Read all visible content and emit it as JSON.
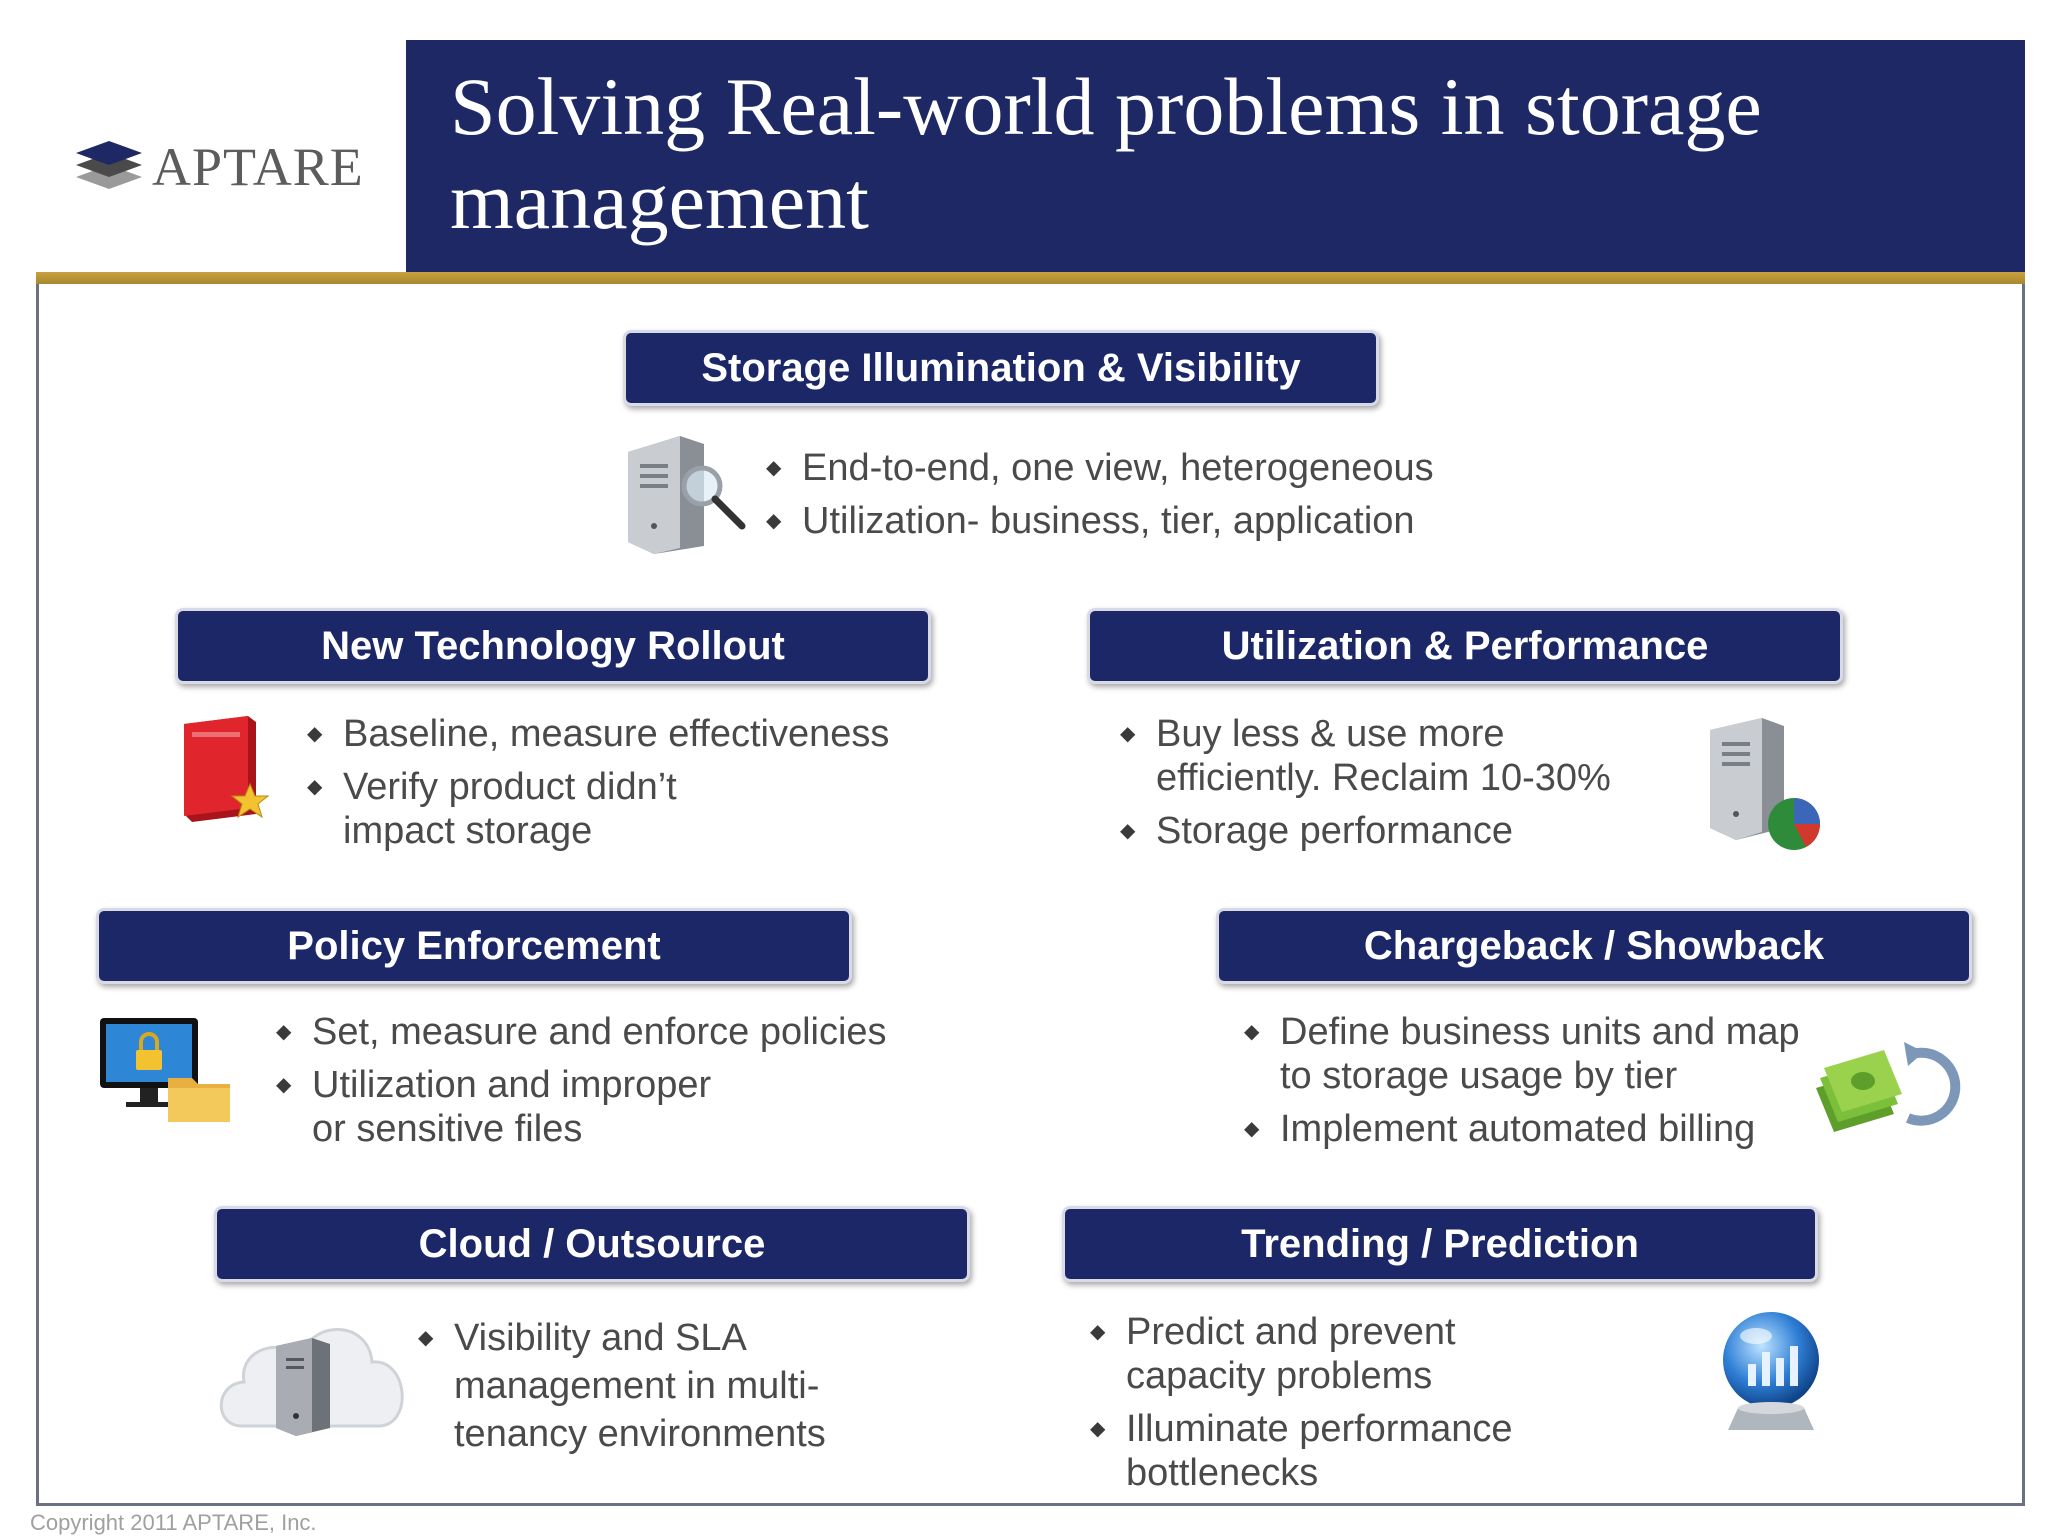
{
  "brand": {
    "logo_text": "APTARE",
    "colors": {
      "navy": "#1d2865",
      "gold": "#c9a13e",
      "text": "#4a4a4a"
    }
  },
  "title": "Solving Real-world problems in storage management",
  "sections": [
    {
      "heading": "Storage Illumination & Visibility",
      "icon": "server-magnifier-icon",
      "bullets": [
        "End-to-end, one view, heterogeneous",
        "Utilization- business, tier, application"
      ]
    },
    {
      "heading": "New Technology Rollout",
      "icon": "red-book-star-icon",
      "bullets": [
        "Baseline, measure effectiveness",
        "Verify product didn’t impact storage"
      ]
    },
    {
      "heading": "Utilization & Performance",
      "icon": "server-pie-chart-icon",
      "bullets": [
        "Buy less & use more efficiently. Reclaim 10-30%",
        "Storage performance"
      ]
    },
    {
      "heading": "Policy Enforcement",
      "icon": "monitor-lock-folder-icon",
      "bullets": [
        "Set, measure and enforce policies",
        "Utilization and improper or sensitive files"
      ]
    },
    {
      "heading": "Chargeback / Showback",
      "icon": "money-cycle-icon",
      "bullets": [
        "Define business units and map to storage usage by tier",
        "Implement automated billing"
      ]
    },
    {
      "heading": "Cloud / Outsource",
      "icon": "cloud-server-icon",
      "bullets": [
        "Visibility and SLA management in multi-tenancy environments"
      ]
    },
    {
      "heading": "Trending / Prediction",
      "icon": "crystal-ball-icon",
      "bullets": [
        "Predict and prevent capacity problems",
        "Illuminate performance bottlenecks"
      ]
    }
  ],
  "footer": {
    "copyright": "Copyright 2011 APTARE, Inc."
  }
}
